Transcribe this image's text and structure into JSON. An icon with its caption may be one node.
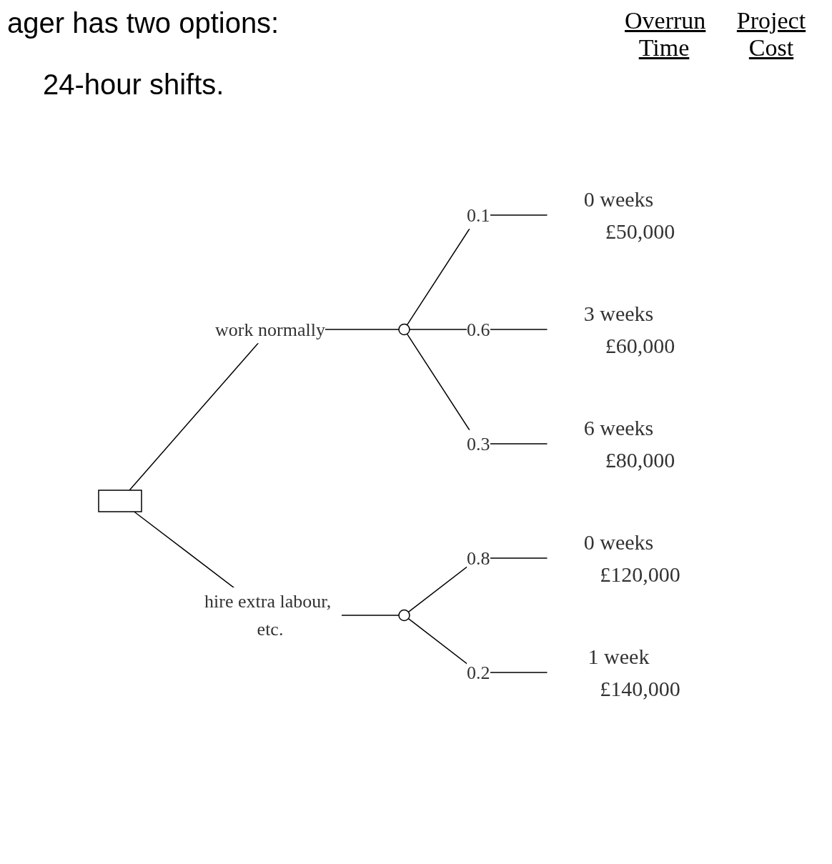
{
  "diagram": {
    "nodes": [
      {
        "text": [],
        "shape": "box"
      },
      {
        "text": [],
        "shape": "circle"
      },
      {
        "text": [],
        "shape": "circle"
      },
      {
        "text": [
          "0 weeks"
        ],
        "beside": [
          "£50,000"
        ]
      },
      {
        "text": [
          "3 weeks"
        ],
        "beside": [
          "£60,000"
        ]
      },
      {
        "text": [
          "6 weeks"
        ],
        "beside": [
          "£80,000"
        ]
      },
      {
        "text": [
          "0 weeks"
        ],
        "beside": [
          "£120,000"
        ]
      },
      {
        "text": [
          "1 week"
        ],
        "beside": [
          "£140,000"
        ]
      }
    ],
    "edges": [
      {
        "from": 0,
        "to": 1,
        "arrow": "none",
        "label": "work normally"
      },
      {
        "from": 0,
        "to": 2,
        "arrow": "none",
        "label": "hire extra labour, etc."
      },
      {
        "from": 1,
        "to": 3,
        "arrow": "none",
        "label": "0.1"
      },
      {
        "from": 1,
        "to": 4,
        "arrow": "none",
        "label": "0.6"
      },
      {
        "from": 1,
        "to": 5,
        "arrow": "none",
        "label": "0.3"
      },
      {
        "from": 2,
        "to": 6,
        "arrow": "none",
        "label": "0.8"
      },
      {
        "from": 2,
        "to": 7,
        "arrow": "none",
        "label": "0.2"
      }
    ],
    "labels": [
      "ager has two options:",
      "Overrun Time",
      "Project Cost",
      "24-hour shifts."
    ]
  }
}
